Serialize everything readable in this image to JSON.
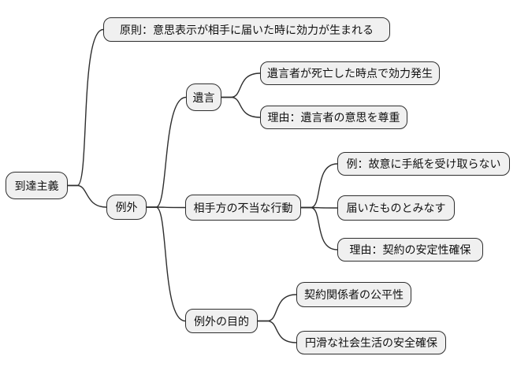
{
  "mindmap": {
    "root": {
      "label": "到達主義",
      "children": [
        {
          "label": "原則：意思表示が相手に届いた時に効力が生まれる",
          "children": []
        },
        {
          "label": "例外",
          "children": [
            {
              "label": "遺言",
              "children": [
                {
                  "label": "遺言者が死亡した時点で効力発生"
                },
                {
                  "label": "理由：遺言者の意思を尊重"
                }
              ]
            },
            {
              "label": "相手方の不当な行動",
              "children": [
                {
                  "label": "例：故意に手紙を受け取らない"
                },
                {
                  "label": "届いたものとみなす"
                },
                {
                  "label": "理由：契約の安定性確保"
                }
              ]
            },
            {
              "label": "例外の目的",
              "children": [
                {
                  "label": "契約関係者の公平性"
                },
                {
                  "label": "円滑な社会生活の安全確保"
                }
              ]
            }
          ]
        }
      ]
    },
    "colors": {
      "background": "#ffffff",
      "node_fill": "#f0f0f0",
      "node_border": "#2e2e2e",
      "line": "#2e2e2e",
      "text": "#111111"
    }
  }
}
